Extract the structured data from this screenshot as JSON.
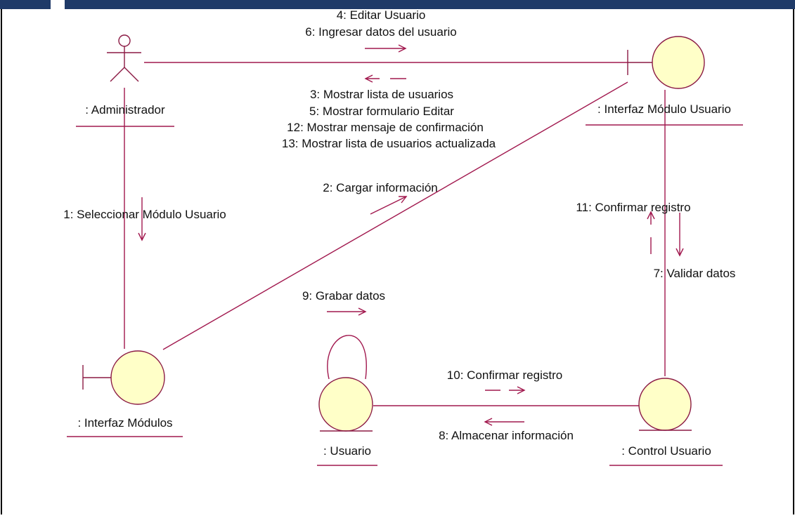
{
  "colors": {
    "header": "#1f3a68",
    "frame": "#000000",
    "line": "#a1184e",
    "object_fill": "#ffffc8",
    "object_stroke": "#8b1a44"
  },
  "objects": {
    "actor": ": Administrador",
    "interfaz_usuario": ": Interfaz Módulo Usuario",
    "interfaz_modulos": ": Interfaz Módulos",
    "usuario": ": Usuario",
    "control_usuario": ": Control Usuario"
  },
  "messages": {
    "m4": "4: Editar Usuario",
    "m6": "6: Ingresar datos del usuario",
    "m3": "3: Mostrar lista de usuarios",
    "m5": "5: Mostrar formulario Editar",
    "m12": "12: Mostrar mensaje de confirmación",
    "m13": "13: Mostrar lista de usuarios actualizada",
    "m2": "2: Cargar información",
    "m1": "1: Seleccionar Módulo Usuario",
    "m11": "11: Confirmar registro",
    "m7": "7: Validar datos",
    "m9": "9: Grabar datos",
    "m10": "10: Confirmar registro",
    "m8": "8: Almacenar información"
  }
}
